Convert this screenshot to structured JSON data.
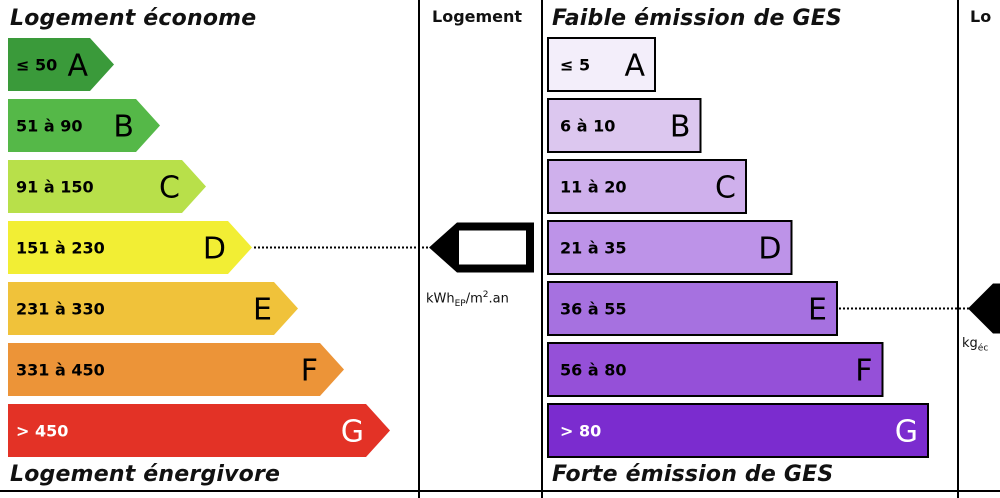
{
  "energy": {
    "top_label": "Logement économe",
    "bottom_label": "Logement énergivore",
    "column_header": "Logement",
    "unit_main": "kWh",
    "unit_sub": "EP",
    "unit_tail": "/m",
    "unit_sup": "2",
    "unit_end": ".an"
  },
  "ges": {
    "top_label": "Faible émission de GES",
    "bottom_label": "Forte émission de GES",
    "column_header": "Lo",
    "unit_main": "kg",
    "unit_sub": "éc"
  },
  "chart_data": [
    {
      "type": "bar",
      "categories": [
        "A",
        "B",
        "C",
        "D",
        "E",
        "F",
        "G"
      ],
      "ranges": [
        "≤ 50",
        "51 à 90",
        "91 à 150",
        "151 à 230",
        "231 à 330",
        "331 à 450",
        "> 450"
      ],
      "values": [
        1,
        2,
        3,
        4,
        5,
        6,
        7
      ],
      "colors": [
        "#3a9a3a",
        "#55b848",
        "#b8e04a",
        "#f2ee34",
        "#f0c23a",
        "#ec9438",
        "#e33226"
      ],
      "text_colors": [
        "#000000",
        "#000000",
        "#000000",
        "#000000",
        "#000000",
        "#000000",
        "#ffffff"
      ],
      "highlight": "D",
      "title": "Logement économe"
    },
    {
      "type": "bar",
      "categories": [
        "A",
        "B",
        "C",
        "D",
        "E",
        "F",
        "G"
      ],
      "ranges": [
        "≤ 5",
        "6 à 10",
        "11 à 20",
        "21 à 35",
        "36 à 55",
        "56 à 80",
        "> 80"
      ],
      "values": [
        1,
        2,
        3,
        4,
        5,
        6,
        7
      ],
      "colors": [
        "#f3eefa",
        "#dcc7ef",
        "#cfb0ec",
        "#bd93e8",
        "#a671e0",
        "#9550d8",
        "#7b2ccf"
      ],
      "text_colors": [
        "#000000",
        "#000000",
        "#000000",
        "#000000",
        "#000000",
        "#000000",
        "#ffffff"
      ],
      "highlight": "E",
      "title": "Faible émission de GES"
    }
  ]
}
